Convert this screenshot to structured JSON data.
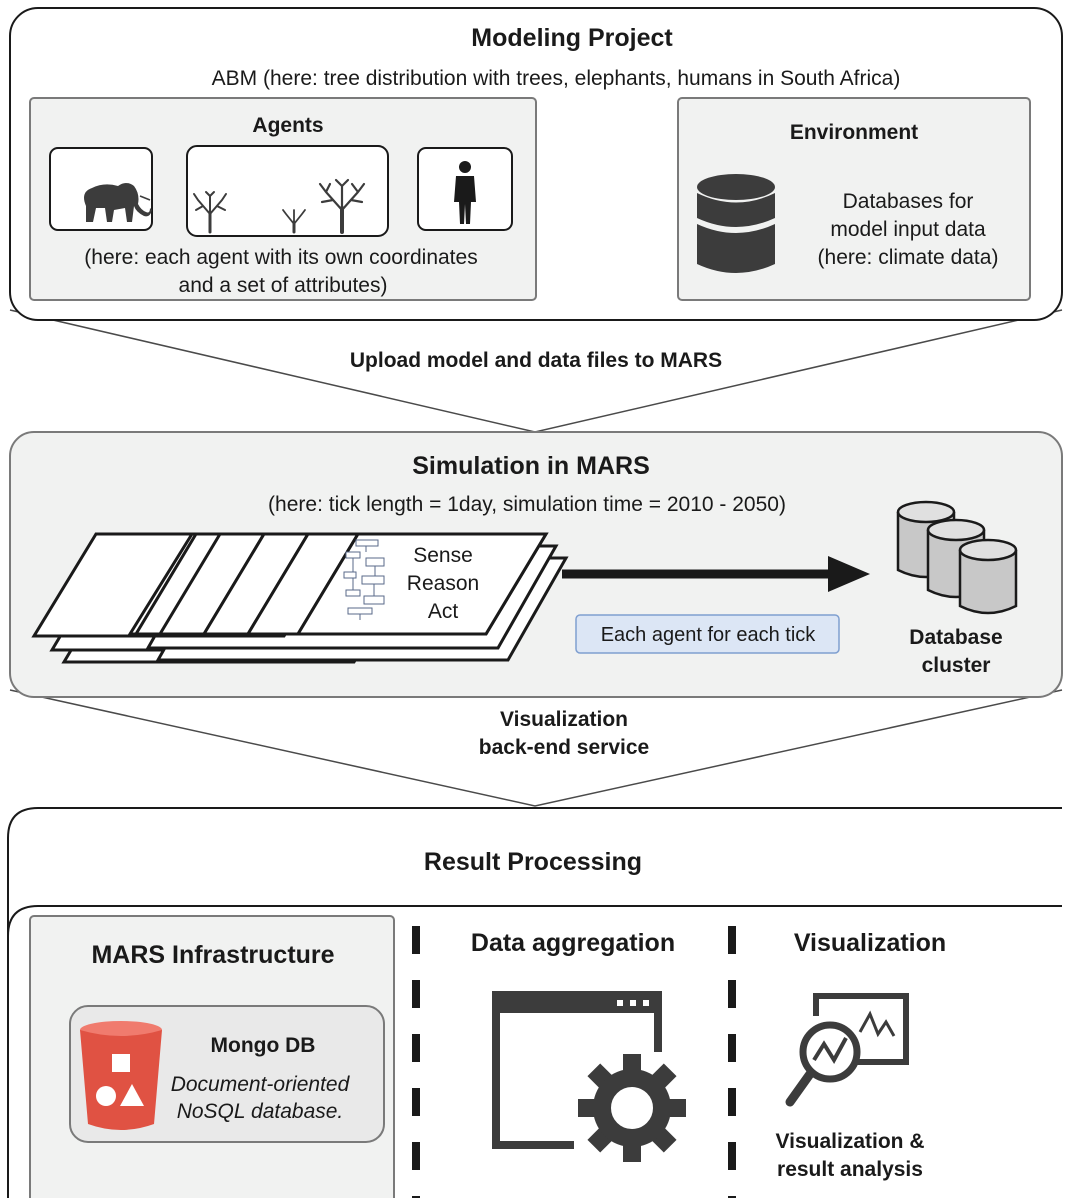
{
  "modeling_project": {
    "title": "Modeling Project",
    "subtitle": "ABM (here: tree distribution with trees, elephants, humans in South Africa)",
    "agents": {
      "title": "Agents",
      "caption_line1": "(here: each agent with its own coordinates",
      "caption_line2": "and a set of attributes)",
      "icons": [
        "elephant-icon",
        "trees-icon",
        "human-icon"
      ]
    },
    "environment": {
      "title": "Environment",
      "line1": "Databases for",
      "line2": "model input data",
      "line3": "(here: climate data)",
      "icon": "database-icon"
    }
  },
  "upload_label": "Upload model and data files to MARS",
  "simulation": {
    "title": "Simulation in MARS",
    "subtitle": "(here: tick length = 1day, simulation time = 2010 - 2050)",
    "cycle": [
      "Sense",
      "Reason",
      "Act"
    ],
    "tick_label": "Each agent for each tick",
    "cluster_line1": "Database",
    "cluster_line2": "cluster"
  },
  "visualization_service": {
    "line1": "Visualization",
    "line2": "back-end service"
  },
  "result_processing": {
    "title": "Result Processing",
    "infrastructure": {
      "title": "MARS Infrastructure",
      "db_name": "Mongo DB",
      "db_desc_line1": "Document-oriented",
      "db_desc_line2": "NoSQL database."
    },
    "aggregation": {
      "title": "Data aggregation",
      "icon": "window-gear-icon"
    },
    "visualization": {
      "title": "Visualization",
      "caption_line1": "Visualization &",
      "caption_line2": "result analysis",
      "icon": "chart-magnifier-icon"
    }
  },
  "colors": {
    "panel": "#f1f2f1",
    "border": "#7a7a7a",
    "dark": "#3c3c3c",
    "mongo_red": "#e05243",
    "tick_box": "#dce6f5",
    "tick_border": "#7f9fd0"
  }
}
